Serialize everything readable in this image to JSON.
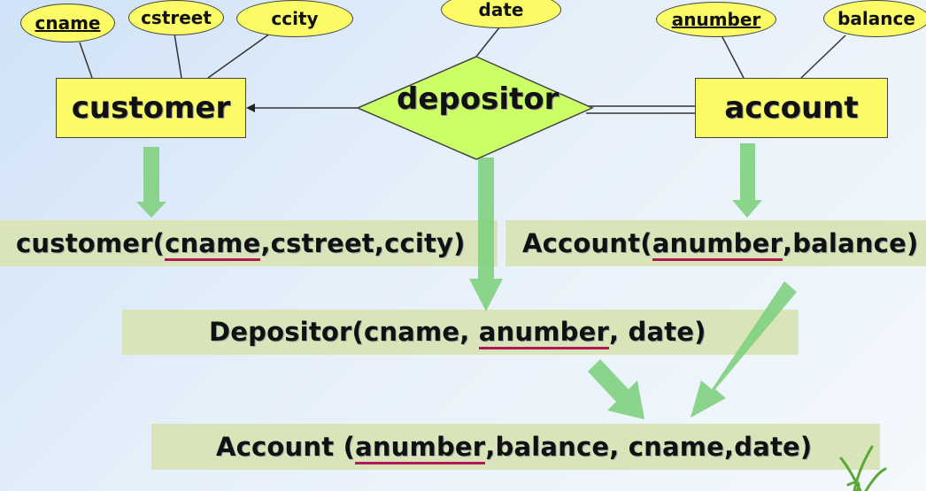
{
  "entities": {
    "customer": "customer",
    "account": "account"
  },
  "relationship": {
    "depositor": "depositor"
  },
  "attributes": {
    "cname": "cname",
    "cstreet": "cstreet",
    "ccity": "ccity",
    "date": "date",
    "anumber": "anumber",
    "balance": "balance"
  },
  "relations": {
    "customer": {
      "name": "customer(",
      "key": "cname",
      "rest": ",cstreet,ccity)"
    },
    "account": {
      "name": "Account(",
      "key": "anumber",
      "rest": ",balance)"
    },
    "depositor": {
      "name": "Depositor(cname, ",
      "key": "anumber",
      "rest": ", date)"
    },
    "merged": {
      "name": "Account (",
      "key": "anumber",
      "rest": ",balance, cname,date)"
    }
  },
  "colors": {
    "entity_fill": "#fbfb66",
    "relationship_fill": "#ccff66",
    "arrow_green": "#7fd07f",
    "band": "#d9e5b8",
    "key_underline": "#b0185a"
  }
}
